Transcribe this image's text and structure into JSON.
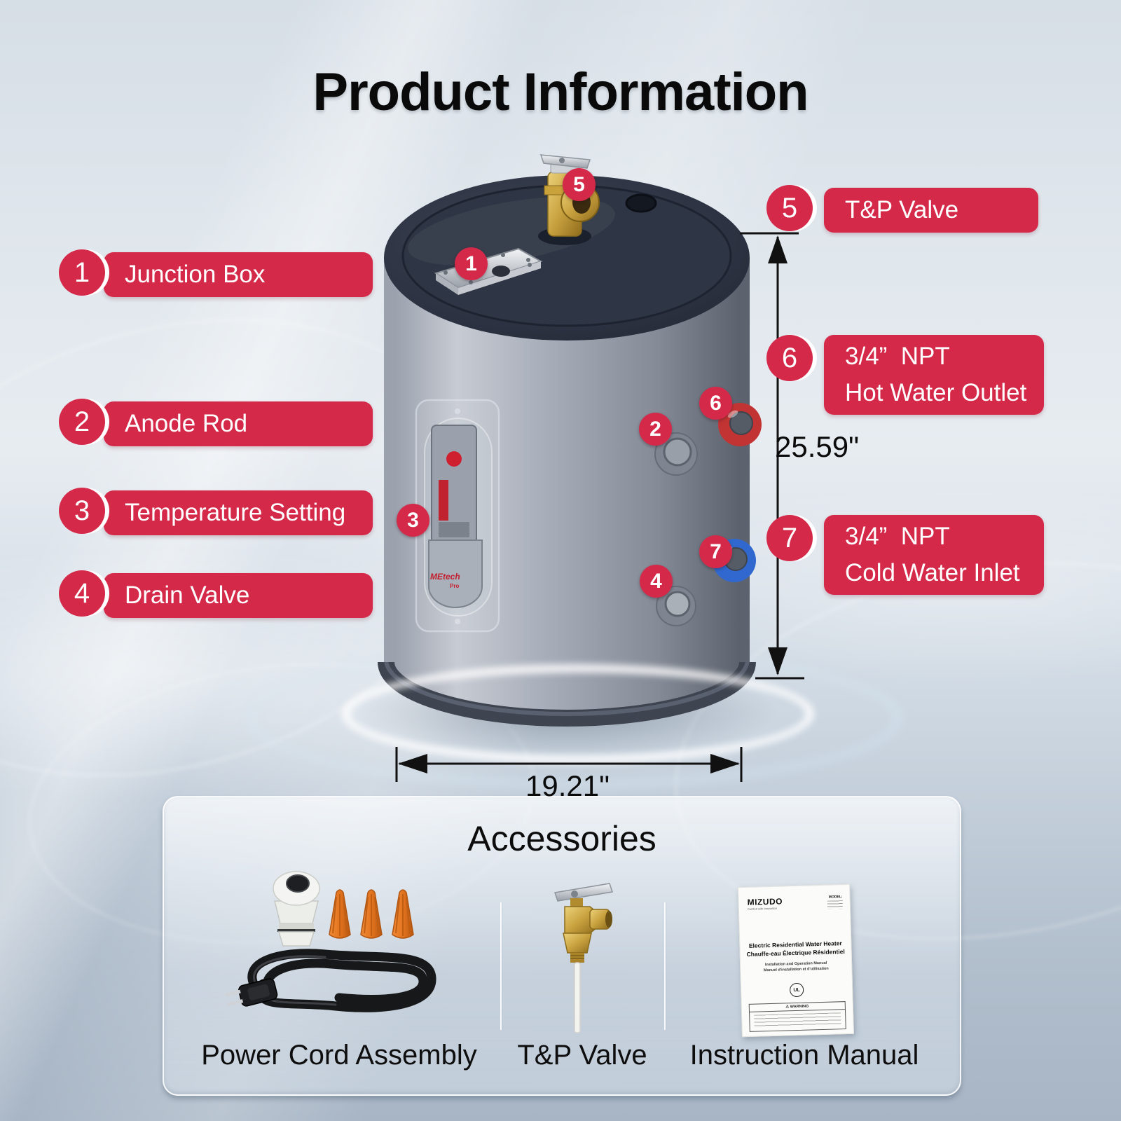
{
  "page": {
    "title": "Product Information"
  },
  "theme": {
    "accent_red": "#d5294a",
    "text_black": "#0d0d0d",
    "tank_dark": "#2b3140",
    "port_red": "#c23434",
    "port_blue": "#3068cf",
    "brass": "#c9a23f",
    "wire_nut_orange": "#e4751f"
  },
  "callouts": [
    {
      "num": "1",
      "label": "Junction Box"
    },
    {
      "num": "2",
      "label": "Anode Rod"
    },
    {
      "num": "3",
      "label": "Temperature Setting"
    },
    {
      "num": "4",
      "label": "Drain Valve"
    },
    {
      "num": "5",
      "label": "T&P Valve"
    },
    {
      "num": "6",
      "label": "3/4”  NPT",
      "label2": "Hot Water Outlet"
    },
    {
      "num": "7",
      "label": "3/4”  NPT",
      "label2": "Cold Water Inlet"
    }
  ],
  "markers": {
    "m1": "1",
    "m2": "2",
    "m3": "3",
    "m4": "4",
    "m5": "5",
    "m6": "6",
    "m7": "7"
  },
  "dimensions": {
    "height_in": "25.59\"",
    "diameter_in": "19.21\""
  },
  "accessories": {
    "title": "Accessories",
    "items": [
      {
        "name": "Power Cord Assembly"
      },
      {
        "name": "T&P Valve"
      },
      {
        "name": "Instruction Manual"
      }
    ]
  },
  "manual": {
    "brand": "MIZUDO",
    "brand_sub": "Comfort with Innovation",
    "model_label": "MODEL:",
    "title_en": "Electric Residential Water Heater",
    "title_fr": "Chauffe-eau Électrique Résidentiel",
    "sub_en": "Installation and Operation Manual",
    "sub_fr": "Manuel d'installation et d'utilisation",
    "warning_label": "⚠ WARNING",
    "ul_mark": "UL"
  },
  "tank": {
    "panel_logo": "MEtech",
    "panel_logo_sub": "Pro"
  }
}
